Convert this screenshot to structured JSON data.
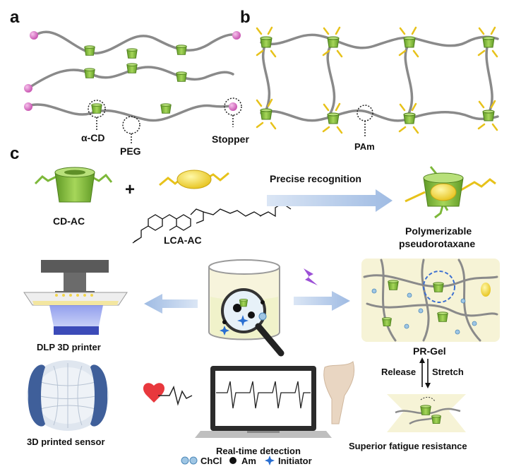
{
  "panels": {
    "a": "a",
    "b": "b",
    "c": "c"
  },
  "labels": {
    "alpha_cd": "α-CD",
    "peg": "PEG",
    "stopper": "Stopper",
    "pam": "PAm",
    "cd_ac": "CD-AC",
    "plus": "+",
    "lca_ac": "LCA-AC",
    "precise_recognition": "Precise recognition",
    "poly_line1": "Polymerizable",
    "poly_line2": "pseudorotaxane",
    "dlp": "DLP 3D printer",
    "printed_sensor": "3D printed sensor",
    "realtime": "Real-time detection",
    "prgel": "PR-Gel",
    "release": "Release",
    "stretch": "Stretch",
    "fatigue": "Superior fatigue resistance"
  },
  "legend": {
    "chcl": "ChCl",
    "am": "Am",
    "initiator": "Initiator"
  },
  "colors": {
    "cd_green": "#7db83a",
    "chain_gray": "#8a8a8a",
    "stopper_pink": "#d96bc4",
    "ellipse_yellow": "#f0d42a",
    "arrow_blue": "#b9cdea",
    "heart_red": "#e8383d",
    "gel_bg": "#f6f3d6"
  }
}
